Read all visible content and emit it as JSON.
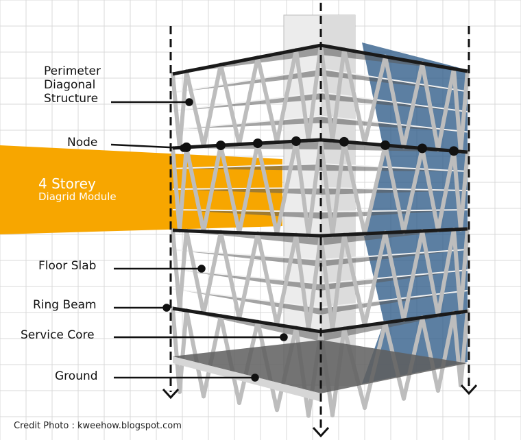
{
  "labels": {
    "perimeter": [
      "Perimeter",
      "Diagonal",
      "Structure"
    ],
    "node": "Node",
    "floor_slab": "Floor Slab",
    "ring_beam": "Ring Beam",
    "service_core": "Service Core",
    "ground": "Ground"
  },
  "module": {
    "title": "4 Storey",
    "subtitle": "Diagrid Module"
  },
  "credit": "Credit Photo : kweehow.blogspot.com",
  "colors": {
    "grid": "#d9d9d9",
    "module_band": "#f7a600",
    "slab": "#555555",
    "glass": "#2e5b88",
    "member": "#c8c8c8",
    "core": "#e8e8e8",
    "leader": "#111111"
  }
}
